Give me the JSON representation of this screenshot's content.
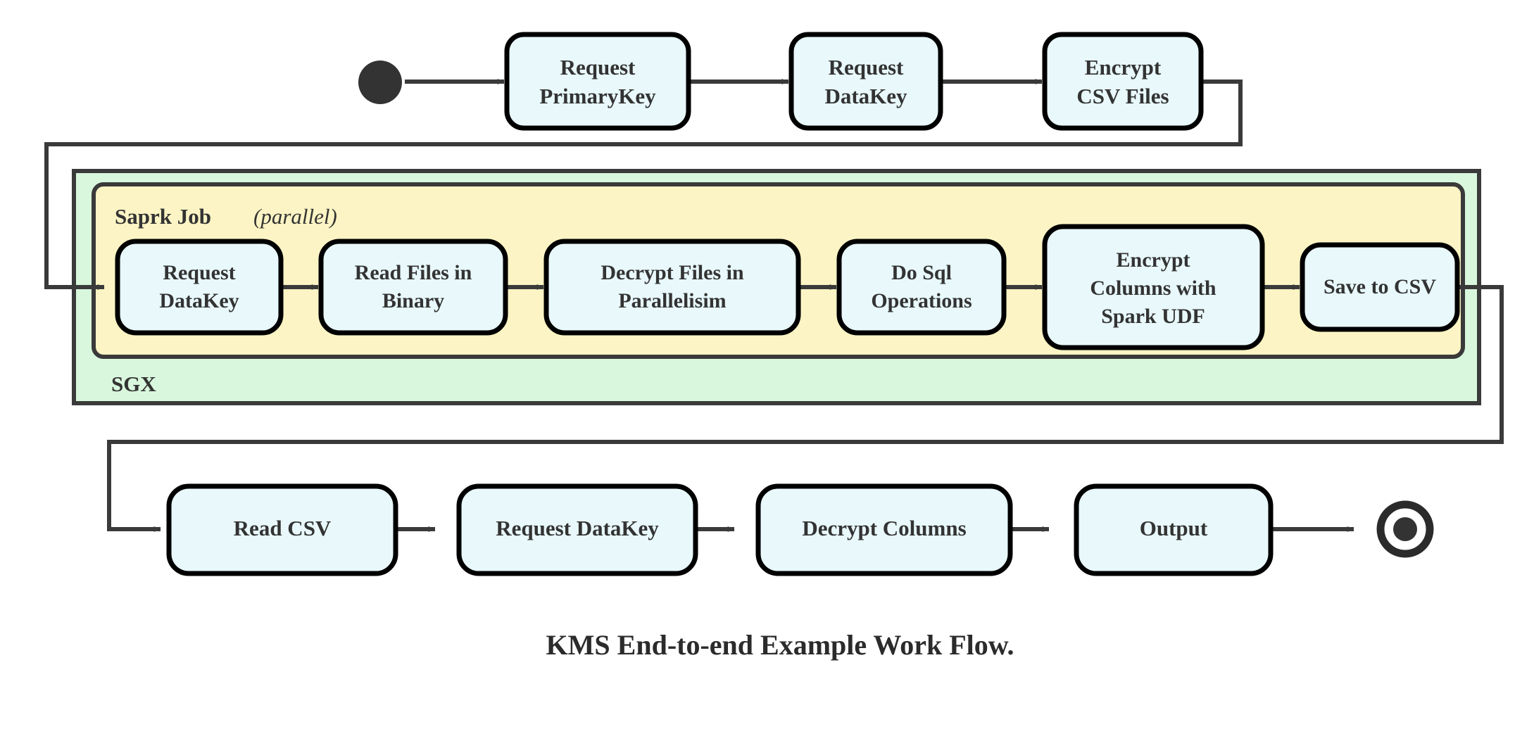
{
  "diagram": {
    "title": "KMS End-to-end Example Work Flow.",
    "type": "activity-flowchart",
    "colors": {
      "node_fill": "#e8f8fb",
      "node_stroke": "#000000",
      "outer_group_fill": "#d9f7dd",
      "inner_group_fill": "#fcf4c4",
      "group_stroke": "#3a3a3a",
      "edge_stroke": "#3a3a3a",
      "text": "#333333",
      "background": "#ffffff"
    },
    "start_node": {
      "label": "start",
      "shape": "filled-circle"
    },
    "end_node": {
      "label": "end",
      "shape": "donut-circle"
    },
    "groups": [
      {
        "name": "sgx",
        "label": "SGX",
        "label_position": "bottom-left",
        "fill": "#d9f7dd"
      },
      {
        "name": "spark-job",
        "label": "Saprk Job",
        "label_suffix": "(parallel)",
        "label_position": "top-left",
        "fill": "#fcf4c4"
      }
    ],
    "rows": {
      "top": {
        "name": "top-row",
        "nodes": [
          {
            "id": "request-primarykey",
            "lines": [
              "Request",
              "PrimaryKey"
            ]
          },
          {
            "id": "request-datakey-top",
            "lines": [
              "Request",
              "DataKey"
            ]
          },
          {
            "id": "encrypt-csv-files",
            "lines": [
              "Encrypt",
              "CSV Files"
            ]
          }
        ]
      },
      "middle": {
        "name": "spark-job-row",
        "nodes": [
          {
            "id": "request-datakey-spark",
            "lines": [
              "Request",
              "DataKey"
            ]
          },
          {
            "id": "read-files-in-binary",
            "lines": [
              "Read Files in",
              "Binary"
            ]
          },
          {
            "id": "decrypt-files-in-parallelisim",
            "lines": [
              "Decrypt Files in",
              "Parallelisim"
            ]
          },
          {
            "id": "do-sql-operations",
            "lines": [
              "Do Sql",
              "Operations"
            ]
          },
          {
            "id": "encrypt-columns-with-spark-udf",
            "lines": [
              "Encrypt",
              "Columns with",
              "Spark UDF"
            ]
          },
          {
            "id": "save-to-csv",
            "lines": [
              "Save to CSV"
            ]
          }
        ]
      },
      "bottom": {
        "name": "bottom-row",
        "nodes": [
          {
            "id": "read-csv",
            "lines": [
              "Read CSV"
            ]
          },
          {
            "id": "request-datakey-bottom",
            "lines": [
              "Request DataKey"
            ]
          },
          {
            "id": "decrypt-columns",
            "lines": [
              "Decrypt Columns"
            ]
          },
          {
            "id": "output",
            "lines": [
              "Output"
            ]
          }
        ]
      }
    },
    "edge_sequence": [
      "start -> Request PrimaryKey",
      "Request PrimaryKey -> Request DataKey",
      "Request DataKey -> Encrypt CSV Files",
      "Encrypt CSV Files -> Request DataKey (Spark Job)",
      "Request DataKey (Spark Job) -> Read Files in Binary",
      "Read Files in Binary -> Decrypt Files in Parallelisim",
      "Decrypt Files in Parallelisim -> Do Sql Operations",
      "Do Sql Operations -> Encrypt Columns with Spark UDF",
      "Encrypt Columns with Spark UDF -> Save to CSV",
      "Save to CSV -> Read CSV",
      "Read CSV -> Request DataKey",
      "Request DataKey -> Decrypt Columns",
      "Decrypt Columns -> Output",
      "Output -> end"
    ]
  }
}
